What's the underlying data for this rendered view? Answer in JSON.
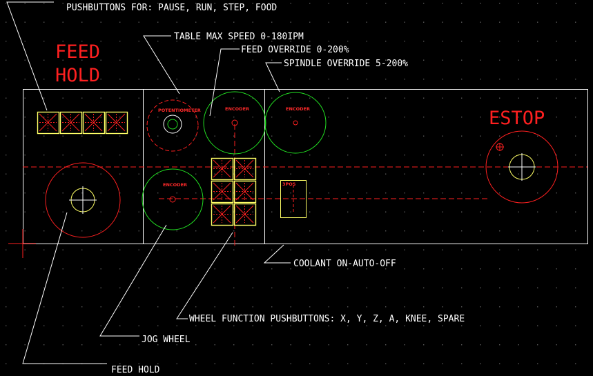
{
  "labels": {
    "pushbuttons": "PUSHBUTTONS FOR: PAUSE, RUN, STEP, FOOD",
    "table_max_speed": "TABLE MAX SPEED 0-180IPM",
    "feed_override": "FEED OVERRIDE 0-200%",
    "spindle_override": "SPINDLE OVERRIDE 5-200%",
    "coolant": "COOLANT ON-AUTO-OFF",
    "wheel_function": "WHEEL FUNCTION PUSHBUTTONS: X, Y, Z, A, KNEE, SPARE",
    "jog_wheel": "JOG WHEEL",
    "feed_hold": "FEED HOLD"
  },
  "panel_text": {
    "feed_hold_line1": "FEED",
    "feed_hold_line2": "HOLD",
    "estop": "ESTOP",
    "potentiometer": "POTENTIOMETER",
    "encoder_feed": "ENCODER",
    "encoder_spindle": "ENCODER",
    "encoder_jog": "ENCODER",
    "switch": "3POS"
  },
  "colors": {
    "background": "#000000",
    "grid_dot": "#5a5a5a",
    "outline": "#ffffff",
    "red": "#ff2020",
    "green": "#22dd22",
    "yellow": "#ffff66"
  }
}
